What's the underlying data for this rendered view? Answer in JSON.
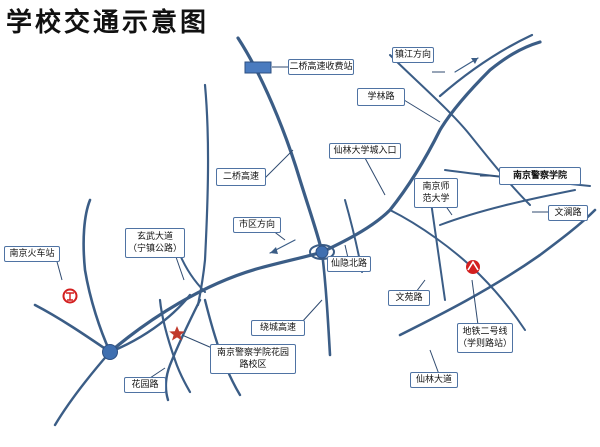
{
  "title": "学校交通示意图",
  "labels": {
    "erqiao_toll": "二桥高速收费站",
    "zhenjiang": "镇江方向",
    "xuelin_road": "学林路",
    "erqiao_highway": "二桥高速",
    "xianlin_entrance": "仙林大学城入口",
    "academy": "南京警察学院",
    "nanshi_line1": "南京师",
    "nanshi_line2": "范大学",
    "wenlan_road": "文澜路",
    "city_direction": "市区方向",
    "xuanwu_line1": "玄武大道",
    "xuanwu_line2": "（宁镇公路）",
    "xianyin_north": "仙隐北路",
    "railway_station": "南京火车站",
    "wenyuan_road": "文苑路",
    "ring_highway": "绕城高速",
    "metro_line1": "地铁二号线",
    "metro_line2": "（学则路站）",
    "campus_line1": "南京警察学院花园",
    "campus_line2": "路校区",
    "huayuan_road": "花园路",
    "xianlin_avenue": "仙林大道"
  },
  "colors": {
    "road": "#3b5d86",
    "node": "#3f6fb0",
    "toll_box": "#4a7bbf",
    "marker": "#d31f1f"
  }
}
